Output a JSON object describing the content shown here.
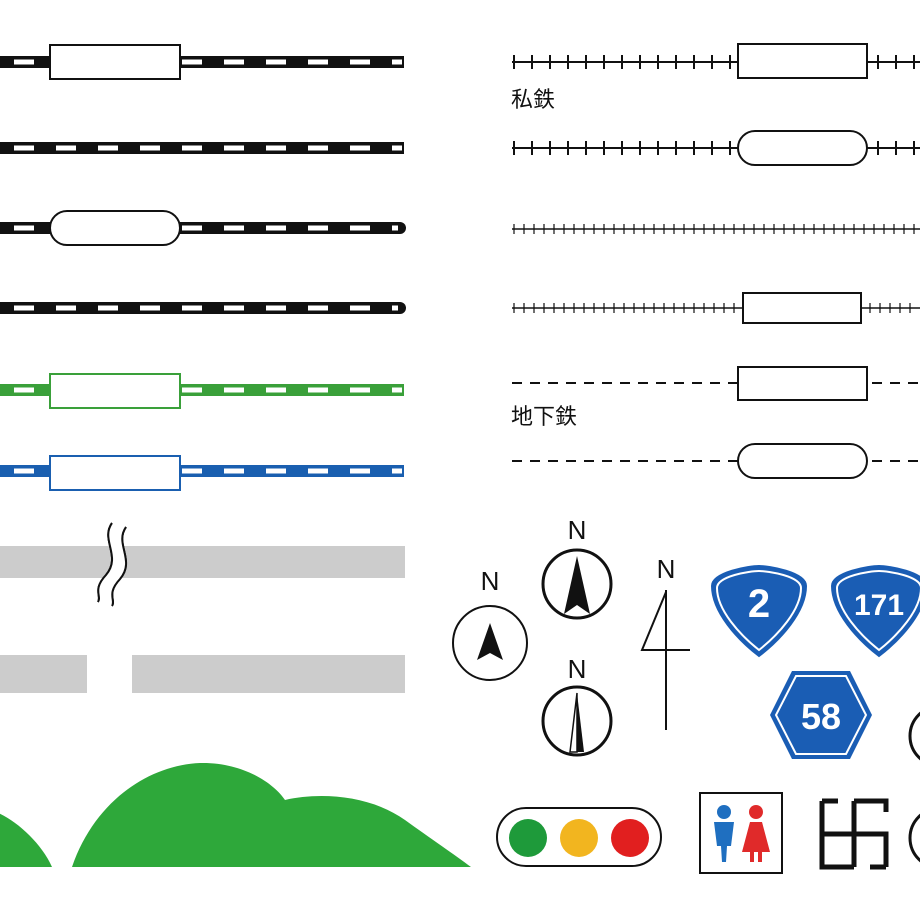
{
  "labels": {
    "private_railway": "私鉄",
    "subway": "地下鉄"
  },
  "compass": {
    "north_1": "N",
    "north_2": "N",
    "north_3": "N",
    "north_4": "N"
  },
  "route_signs": {
    "sign_1": "2",
    "sign_2": "171",
    "sign_3": "58"
  },
  "colors": {
    "black": "#111111",
    "green_line": "#3aa03a",
    "blue_line": "#1a5fb0",
    "gray_road": "#cccccc",
    "mountain_green": "#2ea83a",
    "route_sign_blue": "#1a5db4",
    "traffic_green": "#1e9a3a",
    "traffic_yellow": "#f2b51f",
    "traffic_red": "#e11f1f",
    "toilet_blue": "#1f6fc0",
    "toilet_red": "#e02a2a"
  },
  "icons": [
    "jr-line-station-rect",
    "jr-line",
    "jr-line-station-rounded",
    "jr-line-rounded-end",
    "green-line-station",
    "blue-line-station",
    "private-railway-station",
    "private-railway-rounded-station",
    "private-railway-line",
    "subway-station",
    "road-cut",
    "road-gap",
    "mountain",
    "compass-north",
    "route-sign-shield",
    "route-sign-hexagon",
    "traffic-light",
    "toilet-icon",
    "temple-icon"
  ]
}
